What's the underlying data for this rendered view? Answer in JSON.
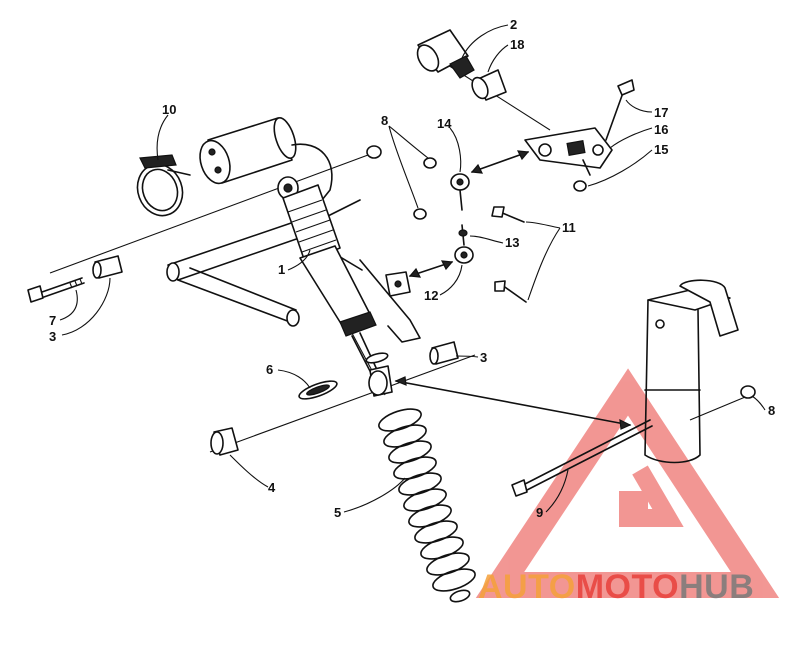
{
  "callouts": {
    "c1": "1",
    "c2": "2",
    "c3a": "3",
    "c3b": "3",
    "c4": "4",
    "c5": "5",
    "c6": "6",
    "c7": "7",
    "c8a": "8",
    "c8b": "8",
    "c9": "9",
    "c10": "10",
    "c11": "11",
    "c12": "12",
    "c13": "13",
    "c14": "14",
    "c15": "15",
    "c16": "16",
    "c17": "17",
    "c18": "18"
  },
  "watermark": {
    "part1": "AUTO",
    "part2": "MOTO",
    "part3": "HUB",
    "color_red": "#e8413c",
    "color_orange": "#f5a13a",
    "color_gray": "#7a7a7a"
  }
}
